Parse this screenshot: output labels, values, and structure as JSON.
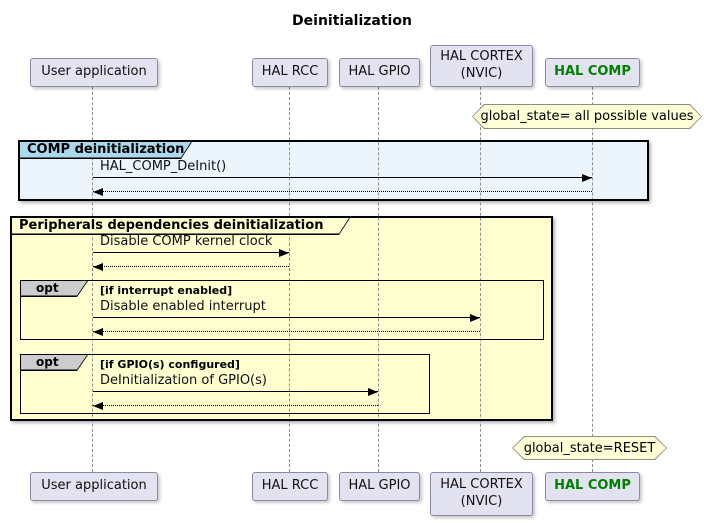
{
  "title": "Deinitialization",
  "participants": [
    {
      "label": "User application"
    },
    {
      "label": "HAL RCC"
    },
    {
      "label": "HAL GPIO"
    },
    {
      "label": "HAL CORTEX",
      "label2": "(NVIC)"
    },
    {
      "label": "HAL COMP"
    }
  ],
  "notes": {
    "top": "global_state= all possible values",
    "bottom": "global_state=RESET"
  },
  "frames": {
    "comp": {
      "title": "COMP deinitialization"
    },
    "periph": {
      "title": "Peripherals dependencies deinitialization"
    },
    "opt1": {
      "keyword": "opt",
      "condition": "[if interrupt enabled]"
    },
    "opt2": {
      "keyword": "opt",
      "condition": "[if GPIO(s) configured]"
    }
  },
  "messages": [
    {
      "text": "HAL_COMP_DeInit()"
    },
    {
      "text": "Disable COMP kernel clock"
    },
    {
      "text": "Disable enabled interrupt"
    },
    {
      "text": "DeInitialization of GPIO(s)"
    }
  ],
  "colors": {
    "participant_fill": "#E2E2F0",
    "participant_border": "#8A8AA3",
    "comp_frame_fill": "#EBF5FB",
    "comp_tab_fill": "#A9D9EA",
    "periph_frame_fill": "#FEFECE",
    "opt_tab_fill": "#CCCCCC",
    "note_fill": "#FDFDD6",
    "hal_comp_text": "#008000",
    "frame_border": "#000000",
    "lifeline": "#8d8d8d"
  }
}
